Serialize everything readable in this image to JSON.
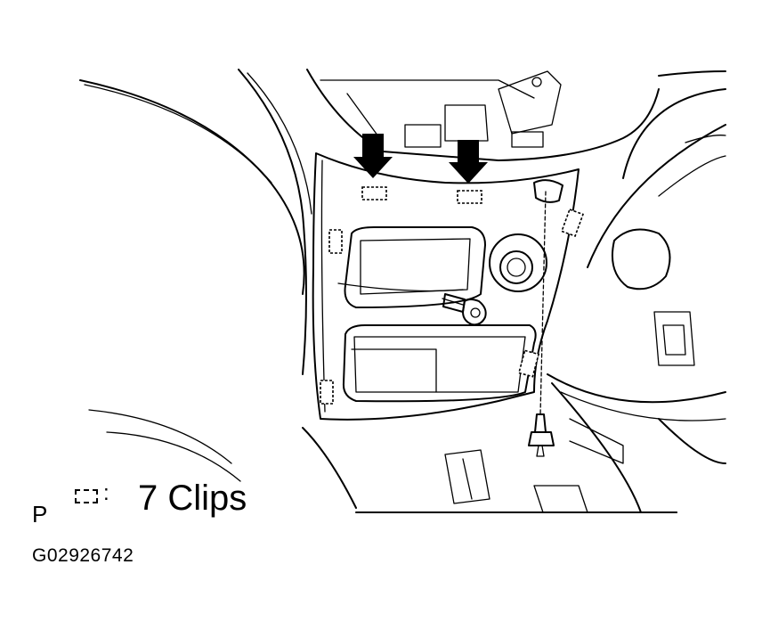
{
  "figure": {
    "panel_letter": "P",
    "legend_separator": ":",
    "clips_label": "7 Clips",
    "figure_code": "G02926742"
  },
  "icons": {
    "arrows": "push-direction-arrow-icon",
    "clip_marker": "dashed-clip-icon",
    "screw": "screw-icon",
    "bolt": "bolt-icon"
  }
}
